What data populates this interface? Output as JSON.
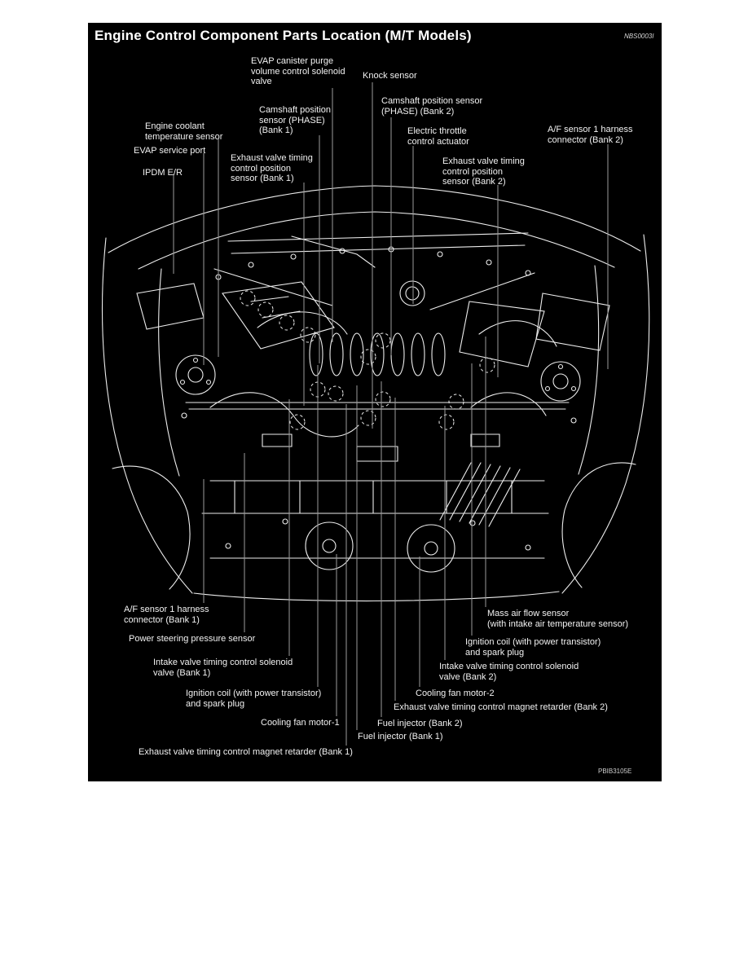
{
  "panel": {
    "title": "Engine Control Component Parts Location (M/T Models)",
    "figure_code_top_right": "NBS0003I",
    "figure_code_bottom_right": "PBIB3105E"
  },
  "colors": {
    "panel_background": "#000000",
    "line_art": "#ededed",
    "leader_line": "#9b9b9b",
    "label_text": "#f2f2f2"
  },
  "callouts": {
    "evap_canister_purge": {
      "lines": [
        "EVAP canister purge",
        "volume control solenoid",
        "valve"
      ]
    },
    "knock_sensor": {
      "lines": [
        "Knock sensor"
      ]
    },
    "camshaft_b2": {
      "lines": [
        "Camshaft position sensor",
        "(PHASE) (Bank 2)"
      ]
    },
    "camshaft_b1": {
      "lines": [
        "Camshaft position",
        "sensor (PHASE)",
        "(Bank 1)"
      ]
    },
    "electric_throttle": {
      "lines": [
        "Electric throttle",
        "control actuator"
      ]
    },
    "engine_coolant": {
      "lines": [
        "Engine coolant",
        "temperature sensor"
      ]
    },
    "evap_service_port": {
      "lines": [
        "EVAP service port"
      ]
    },
    "ipdm": {
      "lines": [
        "IPDM E/R"
      ]
    },
    "exhaust_pos_b1": {
      "lines": [
        "Exhaust valve timing",
        "control position",
        "sensor (Bank 1)"
      ]
    },
    "af_harness_b2": {
      "lines": [
        "A/F sensor 1 harness",
        "connector (Bank 2)"
      ]
    },
    "exhaust_pos_b2": {
      "lines": [
        "Exhaust valve timing",
        "control position",
        "sensor (Bank 2)"
      ]
    },
    "af_harness_b1": {
      "lines": [
        "A/F sensor 1 harness",
        "connector (Bank 1)"
      ]
    },
    "power_steering": {
      "lines": [
        "Power steering pressure sensor"
      ]
    },
    "intake_sol_b1": {
      "lines": [
        "Intake valve timing control solenoid",
        "valve (Bank 1)"
      ]
    },
    "ignition_coil_b1": {
      "lines": [
        "Ignition coil (with power transistor)",
        "and spark plug"
      ]
    },
    "cooling_fan_1": {
      "lines": [
        "Cooling fan motor-1"
      ]
    },
    "fuel_injector_b1": {
      "lines": [
        "Fuel injector (Bank 1)"
      ]
    },
    "exhaust_ret_b1": {
      "lines": [
        "Exhaust valve timing control magnet retarder (Bank 1)"
      ]
    },
    "maf": {
      "lines": [
        "Mass air flow sensor",
        "(with intake air temperature sensor)"
      ]
    },
    "ignition_coil_b2": {
      "lines": [
        "Ignition coil (with power transistor)",
        "and spark plug"
      ]
    },
    "intake_sol_b2": {
      "lines": [
        "Intake valve timing control solenoid",
        "valve (Bank 2)"
      ]
    },
    "cooling_fan_2": {
      "lines": [
        "Cooling fan motor-2"
      ]
    },
    "exhaust_ret_b2": {
      "lines": [
        "Exhaust valve timing control magnet retarder (Bank 2)"
      ]
    },
    "fuel_injector_b2": {
      "lines": [
        "Fuel injector (Bank 2)"
      ]
    }
  }
}
